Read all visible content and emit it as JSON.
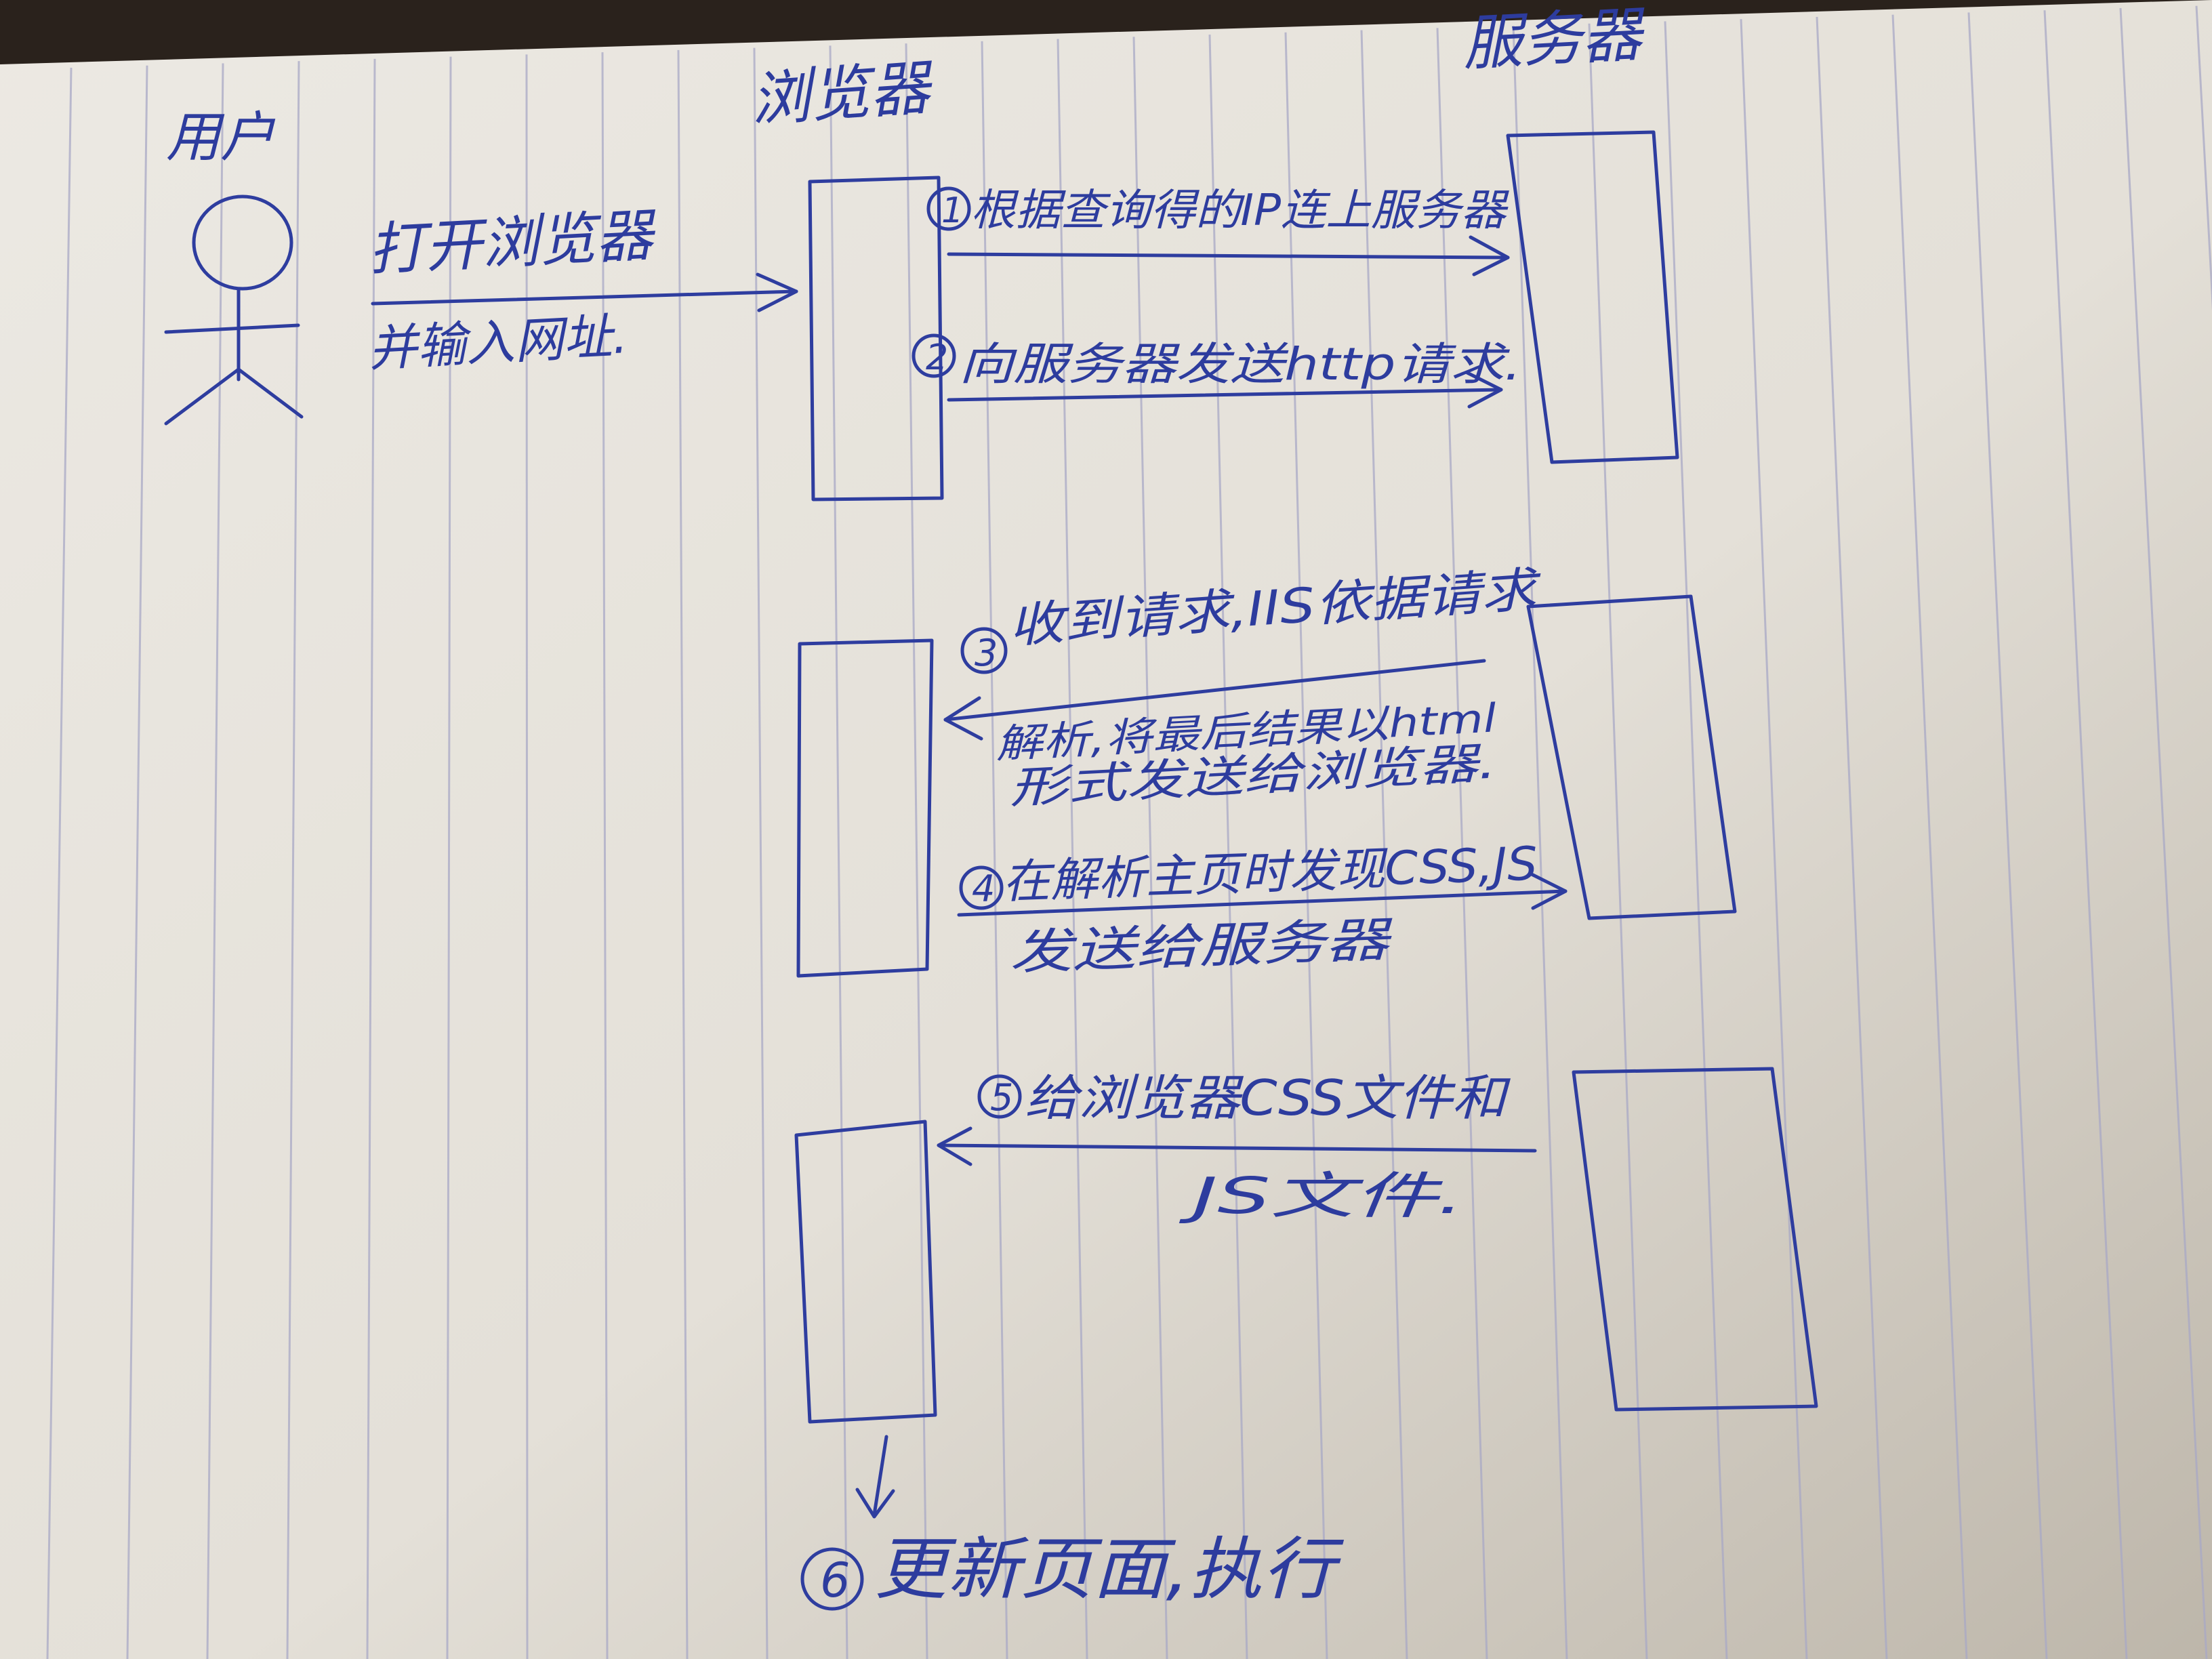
{
  "actors": {
    "user": "用户",
    "browser": "浏览器",
    "server": "服务器"
  },
  "messages": {
    "m0_line1": "打开浏览器",
    "m0_line2": "并输入网址.",
    "m1_num": "1",
    "m1": "根据查询得的IP连上服务器",
    "m2_num": "2",
    "m2": "向服务器发送http请求.",
    "m3_num": "3",
    "m3_line1": "收到请求,IIS依据请求",
    "m3_line2": "解析,将最后结果以html",
    "m3_line3": "形式发送给浏览器.",
    "m4_num": "4",
    "m4_line1": "在解析主页时发现CSS,JS",
    "m4_line2": "发送给服务器",
    "m5_num": "5",
    "m5_line1": "给浏览器CSS文件和",
    "m5_line2": "JS文件.",
    "m6_num": "6",
    "m6": "更新页面,执行"
  },
  "colors": {
    "ink": "#2e3d9f",
    "paper": "#e9e6e0",
    "rule": "#a8a8c4",
    "shadow": "#2a221c"
  }
}
